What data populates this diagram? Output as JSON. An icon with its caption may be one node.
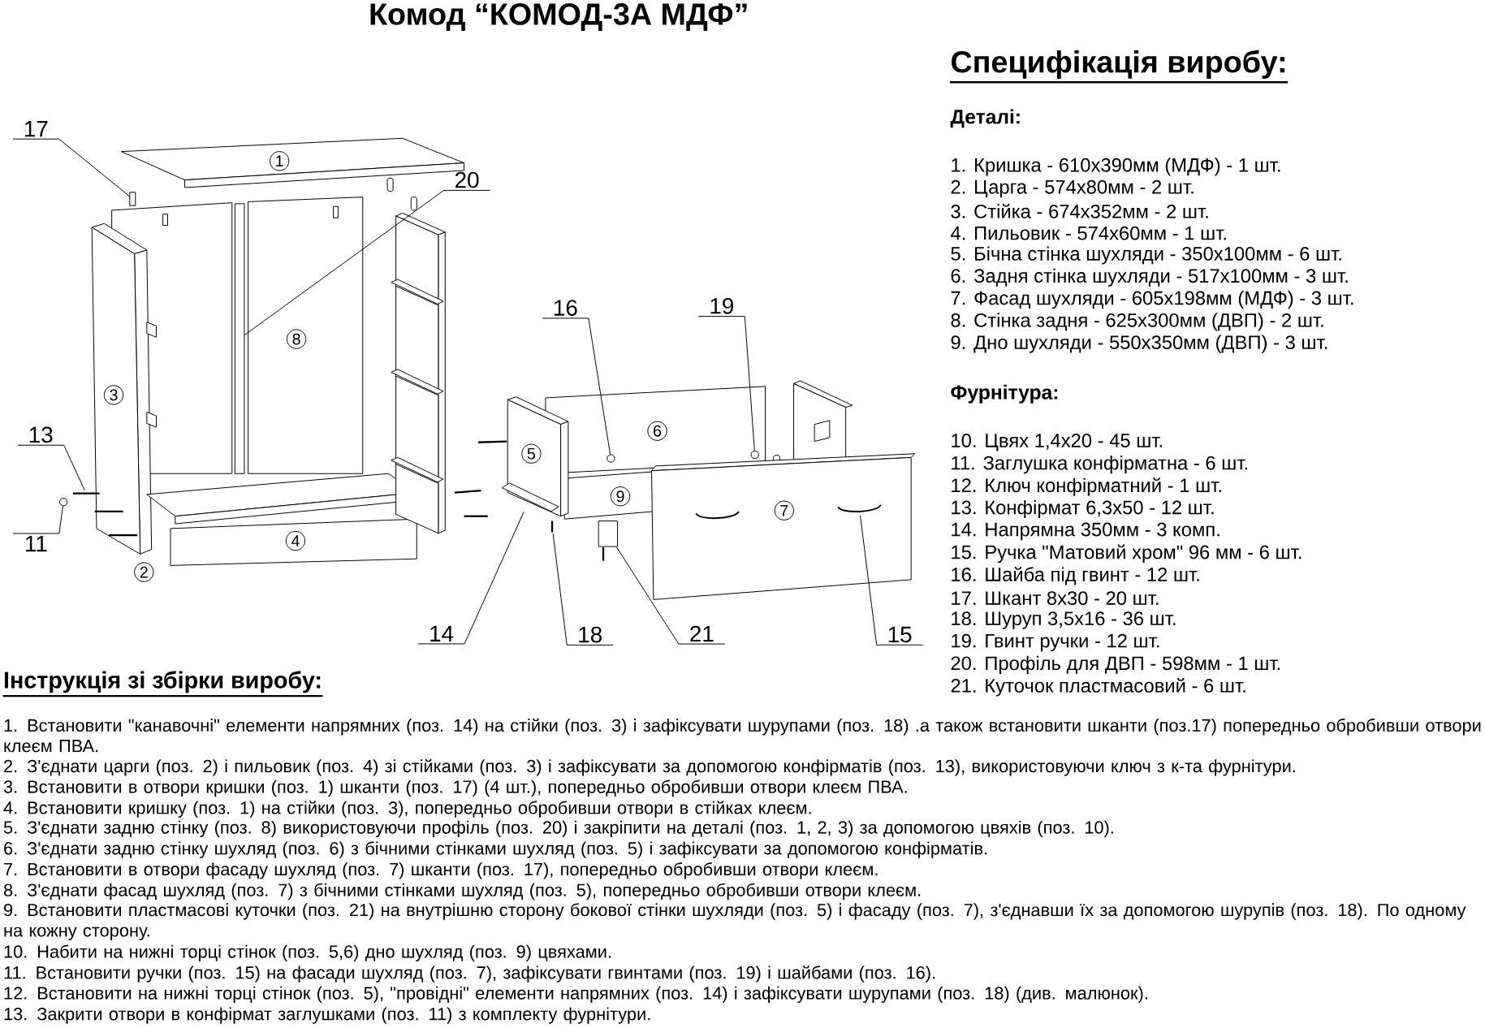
{
  "diagram": {
    "title": "Комод “КОМОД-3А МДФ”",
    "nodes": [
      {
        "text": [
          "17"
        ]
      },
      {
        "text": [
          "1"
        ]
      },
      {
        "text": [
          "20"
        ]
      },
      {
        "text": [
          "8"
        ]
      },
      {
        "text": [
          "3"
        ]
      },
      {
        "text": [
          "13"
        ]
      },
      {
        "text": [
          "16"
        ]
      },
      {
        "text": [
          "19"
        ]
      },
      {
        "text": [
          "6"
        ]
      },
      {
        "text": [
          "5"
        ]
      },
      {
        "text": [
          "9"
        ]
      },
      {
        "text": [
          "7"
        ]
      },
      {
        "text": [
          "4"
        ]
      },
      {
        "text": [
          "11"
        ]
      },
      {
        "text": [
          "2"
        ]
      },
      {
        "text": [
          "14"
        ]
      },
      {
        "text": [
          "18"
        ]
      },
      {
        "text": [
          "21"
        ]
      },
      {
        "text": [
          "15"
        ]
      },
      {
        "text": [],
        "shape": "box"
      },
      {
        "text": [],
        "shape": "box"
      },
      {
        "text": [],
        "shape": "picture"
      },
      {
        "text": [],
        "shape": "circle"
      },
      {
        "text": [],
        "shape": "circle"
      },
      {
        "text": [],
        "shape": "circle"
      },
      {
        "text": [],
        "shape": "picture"
      },
      {
        "text": [],
        "shape": "picture"
      },
      {
        "text": [],
        "shape": "box"
      },
      {
        "text": [],
        "shape": "picture"
      }
    ],
    "edges": [
      {
        "from": 0,
        "to": 19,
        "arrow": "none"
      },
      {
        "from": 2,
        "to": 20,
        "arrow": "none"
      },
      {
        "from": 5,
        "to": 21,
        "arrow": "none"
      },
      {
        "from": 13,
        "to": 22,
        "arrow": "none"
      },
      {
        "from": 6,
        "to": 23,
        "arrow": "none"
      },
      {
        "from": 7,
        "to": 24,
        "arrow": "none"
      },
      {
        "from": 15,
        "to": 25,
        "arrow": "none"
      },
      {
        "from": 16,
        "to": 26,
        "arrow": "none"
      },
      {
        "from": 17,
        "to": 27,
        "arrow": "none"
      },
      {
        "from": 18,
        "to": 28,
        "arrow": "none"
      }
    ],
    "labels": [
      "Специфікація виробу:",
      "Деталі:",
      "1. Кришка - 610х390мм (МДФ) - 1 шт.",
      "2. Царга - 574х80мм - 2 шт.",
      "3. Стійка - 674х352мм - 2 шт.",
      "4. Пильовик - 574х60мм - 1 шт.",
      "5. Бічна стінка шухляди - 350х100мм - 6 шт.",
      "6. Задня стінка шухляди - 517х100мм - 3 шт.",
      "7. Фасад шухляди - 605х198мм (МДФ) - 3 шт.",
      "8. Стінка задня - 625х300мм (ДВП) - 2 шт.",
      "9. Дно шухляди - 550х350мм (ДВП) - 3 шт.",
      "Фурнітура:",
      "10. Цвях 1,4х20 - 45 шт.",
      "11. Заглушка конфірматна - 6 шт.",
      "12. Ключ конфірматний - 1 шт.",
      "13. Конфірмат 6,3х50 - 12 шт.",
      "14. Напрямна 350мм - 3 комп.",
      "15. Ручка \"Матовий хром\" 96 мм - 6 шт.",
      "16. Шайба під гвинт - 12 шт.",
      "17. Шкант 8х30 - 20 шт.",
      "18. Шуруп 3,5х16 - 36 шт.",
      "19. Гвинт ручки - 12 шт.",
      "20. Профіль для ДВП - 598мм - 1 шт.",
      "21. Куточок пластмасовий - 6 шт.",
      "Інструкція зі збірки виробу:",
      "1. Встановити \"канавочні\" елементи напрямних (поз. 14) на стійки (поз. 3) і зафіксувати шурупами (поз. 18) .а також встановити шканти (поз.17) попередньо обробивши отвори клеєм ПВА.",
      "2. З'єднати царги (поз. 2) і пильовик (поз. 4) зі стійками (поз. 3) і зафіксувати за допомогою конфірматів (поз. 13), використовуючи ключ з к-та фурнітури.",
      "3. Встановити в отвори кришки (поз. 1) шканти (поз. 17) (4 шт.), попередньо обробивши отвори клеєм ПВА.",
      "4. Встановити кришку (поз. 1) на стійки (поз. 3), попередньо обробивши отвори в стійках клеєм.",
      "5. З'єднати задню стінку (поз. 8) використовуючи профіль (поз. 20) і закріпити на деталі (поз. 1, 2, 3) за допомогою цвяхів (поз. 10).",
      "6. З'єднати задню стінку шухляд (поз. 6) з бічними стінками шухляд (поз. 5) і зафіксувати за допомогою конфірматів.",
      "7. Встановити в отвори фасаду шухляд (поз. 7) шканти (поз. 17), попередньо обробивши отвори клеєм.",
      "8. З'єднати фасад шухляд (поз. 7) з бічними стінками шухляд (поз. 5), попередньо обробивши отвори клеєм.",
      "9. Встановити пластмасові куточки (поз. 21) на внутрішню сторону бокової стінки шухляди (поз. 5) і фасаду (поз. 7), з'єднавши їх за допомогою шурупів (поз. 18). По одному на кожну сторону.",
      "10. Набити на нижні торці стінок (поз. 5,6) дно шухляд (поз. 9) цвяхами.",
      "11. Встановити ручки (поз. 15) на фасади шухляд (поз. 7), зафіксувати гвинтами (поз. 19) і шайбами (поз. 16).",
      "12. Встановити на нижні торці стінок (поз. 5), \"провідні\" елементи напрямних (поз. 14) і зафіксувати шурупами (поз. 18) (див. малюнок).",
      "13. Закрити отвори в конфірмат заглушками (поз. 11) з комплекту фурнітури."
    ]
  }
}
